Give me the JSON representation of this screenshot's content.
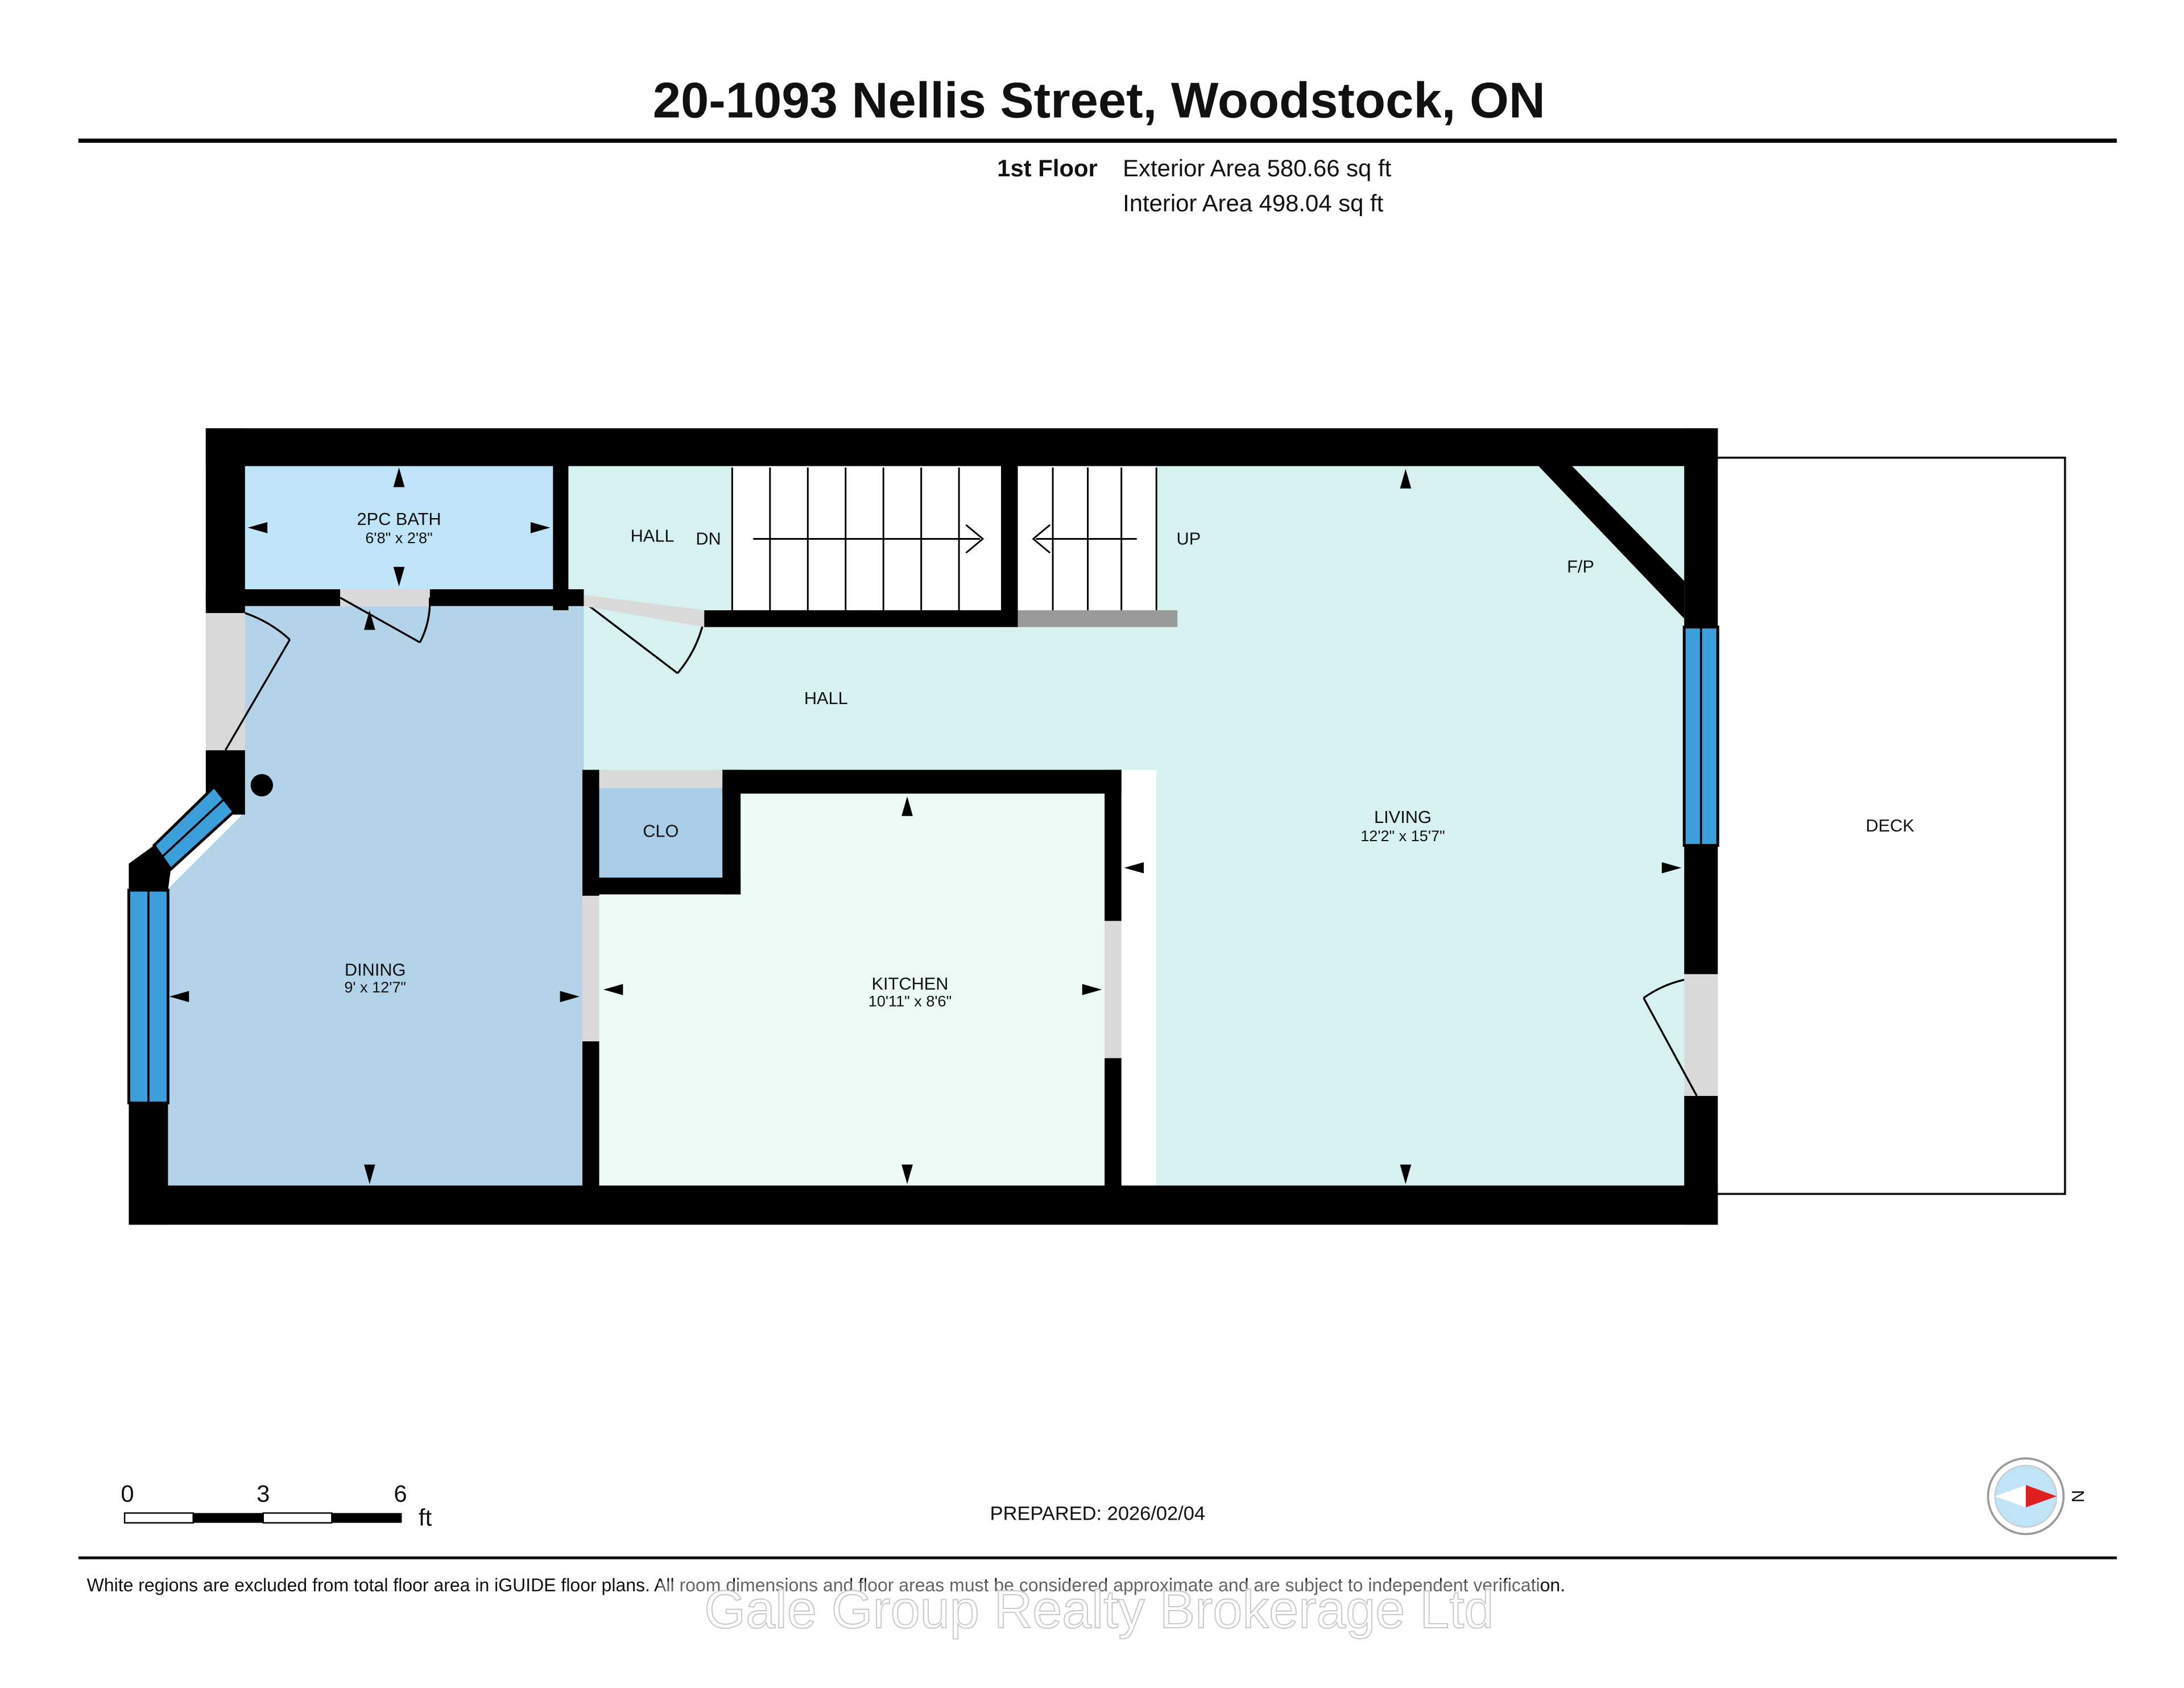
{
  "header": {
    "title": "20-1093 Nellis Street, Woodstock, ON",
    "floor_label": "1st Floor",
    "exterior_area": "Exterior Area 580.66 sq ft",
    "interior_area": "Interior Area 498.04 sq ft"
  },
  "rooms": {
    "bath": {
      "name": "2PC BATH",
      "dims": "6'8\" x 2'8\""
    },
    "hall_upper": {
      "name": "HALL"
    },
    "stair_down": {
      "label": "DN"
    },
    "stair_up": {
      "label": "UP"
    },
    "fireplace": {
      "label": "F/P"
    },
    "hall_main": {
      "name": "HALL"
    },
    "living": {
      "name": "LIVING",
      "dims": "12'2\" x 15'7\""
    },
    "dining": {
      "name": "DINING",
      "dims": "9' x 12'7\""
    },
    "closet": {
      "name": "CLO"
    },
    "kitchen": {
      "name": "KITCHEN",
      "dims": "10'11\" x 8'6\""
    },
    "deck": {
      "name": "DECK"
    }
  },
  "scale": {
    "zero": "0",
    "mid": "3",
    "max": "6",
    "unit": "ft"
  },
  "prepared": "PREPARED: 2026/02/04",
  "compass": {
    "north_label": "N"
  },
  "footer": {
    "disclaimer": "White regions are excluded from total floor area in iGUIDE floor plans. All room dimensions and floor areas must be considered approximate and are subject to independent verification.",
    "watermark": "Gale Group Realty Brokerage Ltd"
  },
  "colors": {
    "wall": "#000000",
    "bath_fill": "#bfe3f7",
    "hall_fill": "#d6f1f0",
    "living_fill": "#d6f1f0",
    "dining_fill": "#b3d3e8",
    "kitchen_fill": "#ebfaf7",
    "closet_fill": "#a9cde6",
    "window_blue": "#3a9fdb",
    "door_gray": "#d9d9d9",
    "compass_red": "#e02020"
  }
}
